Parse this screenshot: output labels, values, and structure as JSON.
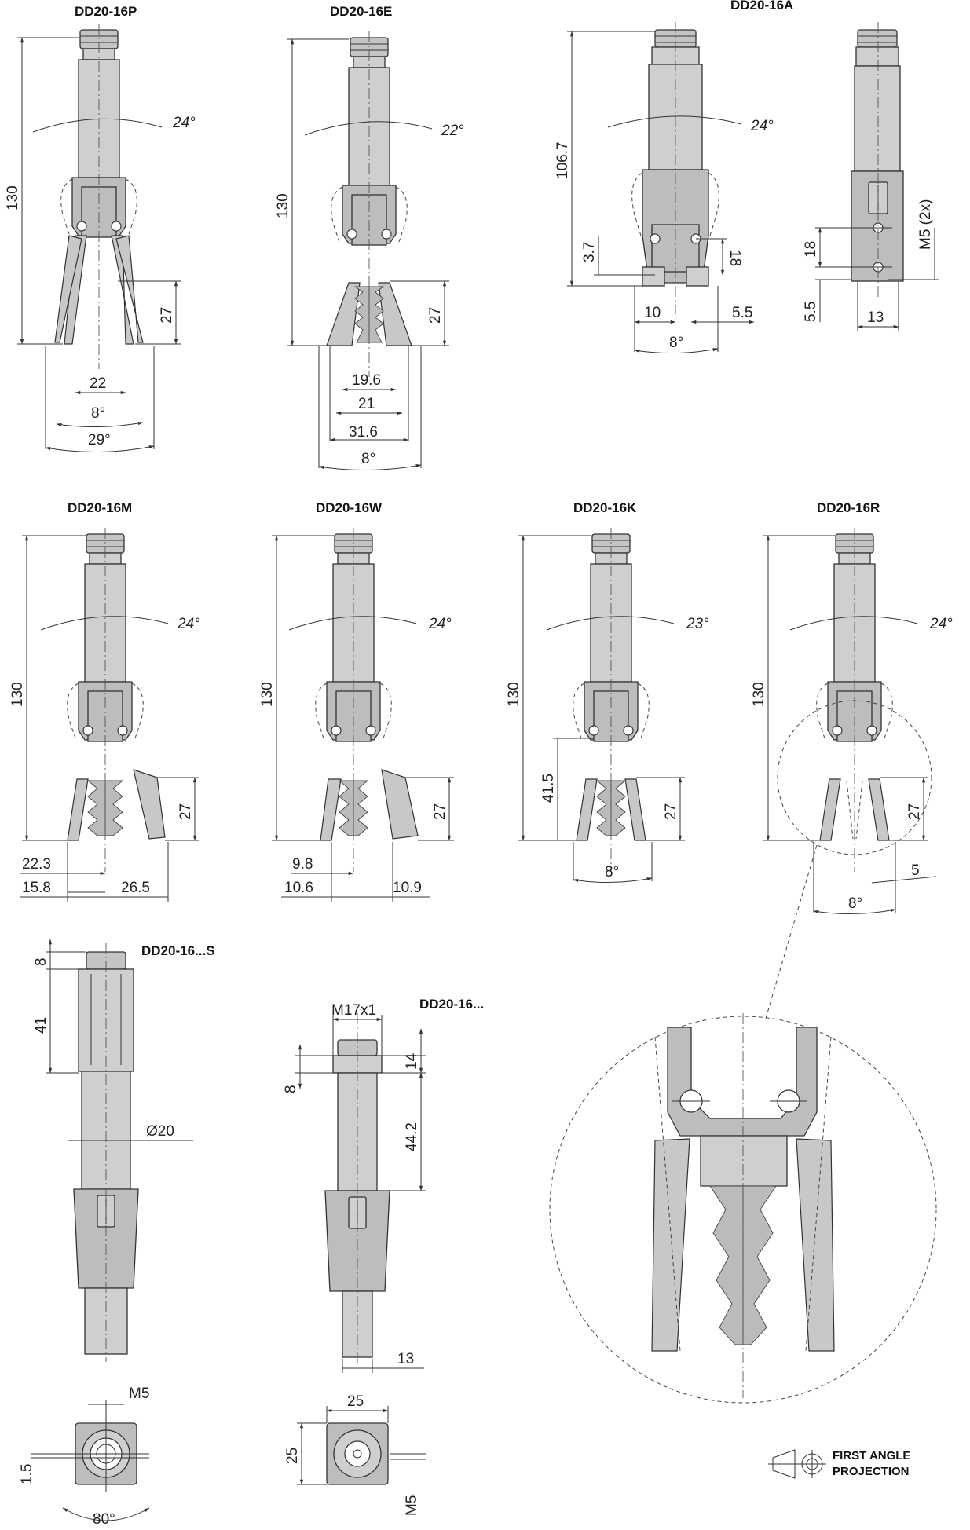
{
  "titles": {
    "p": "DD20-16P",
    "e": "DD20-16E",
    "a": "DD20-16A",
    "m": "DD20-16M",
    "w": "DD20-16W",
    "k": "DD20-16K",
    "r": "DD20-16R",
    "s": "DD20-16...S",
    "base": "DD20-16..."
  },
  "dims": {
    "p": {
      "height": "130",
      "angle_top": "24°",
      "jaw_len": "27",
      "width": "22",
      "angle_a": "8°",
      "angle_b": "29°"
    },
    "e": {
      "height": "130",
      "angle_top": "22°",
      "jaw_len": "27",
      "w1": "19.6",
      "w2": "21",
      "w3": "31.6",
      "angle": "8°"
    },
    "a": {
      "height": "106.7",
      "angle_top": "24°",
      "h1": "3.7",
      "h2": "18",
      "w1": "10",
      "w2": "5.5",
      "angle": "8°",
      "thread": "M5 (2x)",
      "v18": "18",
      "v55": "5.5",
      "w13": "13"
    },
    "m": {
      "height": "130",
      "angle_top": "24°",
      "jaw_len": "27",
      "w1": "22.3",
      "w2": "15.8",
      "w3": "26.5"
    },
    "w": {
      "height": "130",
      "angle_top": "24°",
      "jaw_len": "27",
      "w1": "9.8",
      "w2": "10.6",
      "w3": "10.9"
    },
    "k": {
      "height": "130",
      "angle_top": "23°",
      "jaw_len": "27",
      "h1": "41.5",
      "angle": "8°"
    },
    "r": {
      "height": "130",
      "angle_top": "24°",
      "jaw_len": "27",
      "w1": "5",
      "angle": "8°"
    },
    "s": {
      "h8": "8",
      "h41": "41",
      "dia": "Ø20",
      "thread": "M5",
      "h15": "1.5",
      "angle": "80°"
    },
    "base": {
      "thread": "M17x1",
      "h14": "14",
      "h8": "8",
      "h442": "44.2",
      "w13": "13",
      "w25": "25",
      "h25": "25",
      "m5": "M5"
    }
  },
  "projection": {
    "line1": "FIRST ANGLE",
    "line2": "PROJECTION"
  },
  "colors": {
    "body": "#cfcfcf",
    "outline": "#333333",
    "background": "#ffffff"
  }
}
